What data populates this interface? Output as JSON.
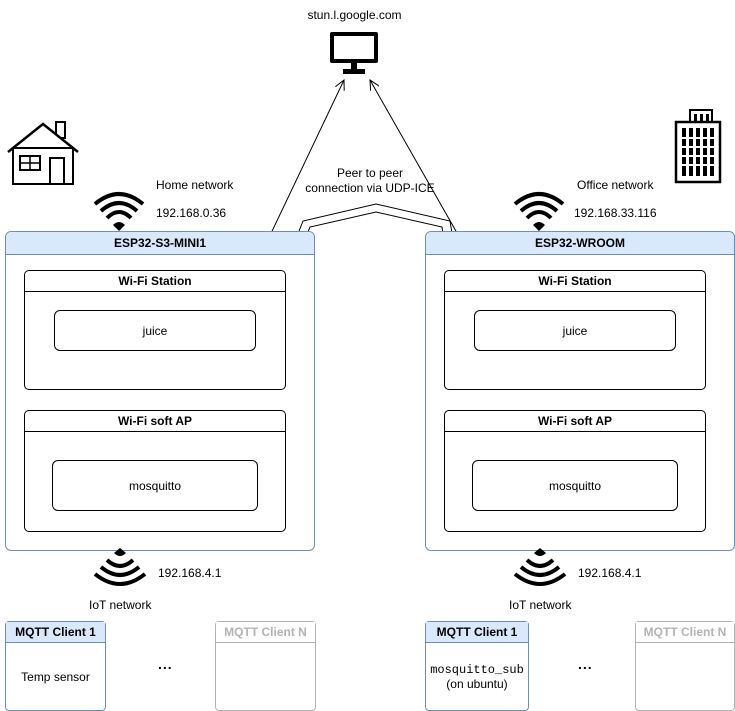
{
  "stun_server": {
    "label": "stun.l.google.com",
    "icon": "monitor-icon"
  },
  "p2p_label_line1": "Peer to peer",
  "p2p_label_line2": "connection via UDP-ICE",
  "left": {
    "network_name": "Home network",
    "network_ip": "192.168.0.36",
    "device_title": "ESP32-S3-MINI1",
    "station_title": "Wi-Fi Station",
    "station_process": "juice",
    "ap_title": "Wi-Fi soft AP",
    "ap_process": "mosquitto",
    "iot_ip": "192.168.4.1",
    "iot_label": "IoT network",
    "client1_title": "MQTT Client 1",
    "client1_body": "Temp sensor",
    "ellipsis": "...",
    "clientN_title": "MQTT Client N",
    "building_icon": "house-icon"
  },
  "right": {
    "network_name": "Office network",
    "network_ip": "192.168.33.116",
    "device_title": "ESP32-WROOM",
    "station_title": "Wi-Fi Station",
    "station_process": "juice",
    "ap_title": "Wi-Fi soft AP",
    "ap_process": "mosquitto",
    "iot_ip": "192.168.4.1",
    "iot_label": "IoT network",
    "client1_title": "MQTT Client 1",
    "client1_body_line1": "mosquitto_sub",
    "client1_body_line2": "(on ubuntu)",
    "ellipsis": "...",
    "clientN_title": "MQTT Client N",
    "building_icon": "office-building-icon"
  },
  "colors": {
    "device_fill": "#dae8fc",
    "device_border": "#6c8ebf",
    "faded": "#b3b3b3"
  }
}
